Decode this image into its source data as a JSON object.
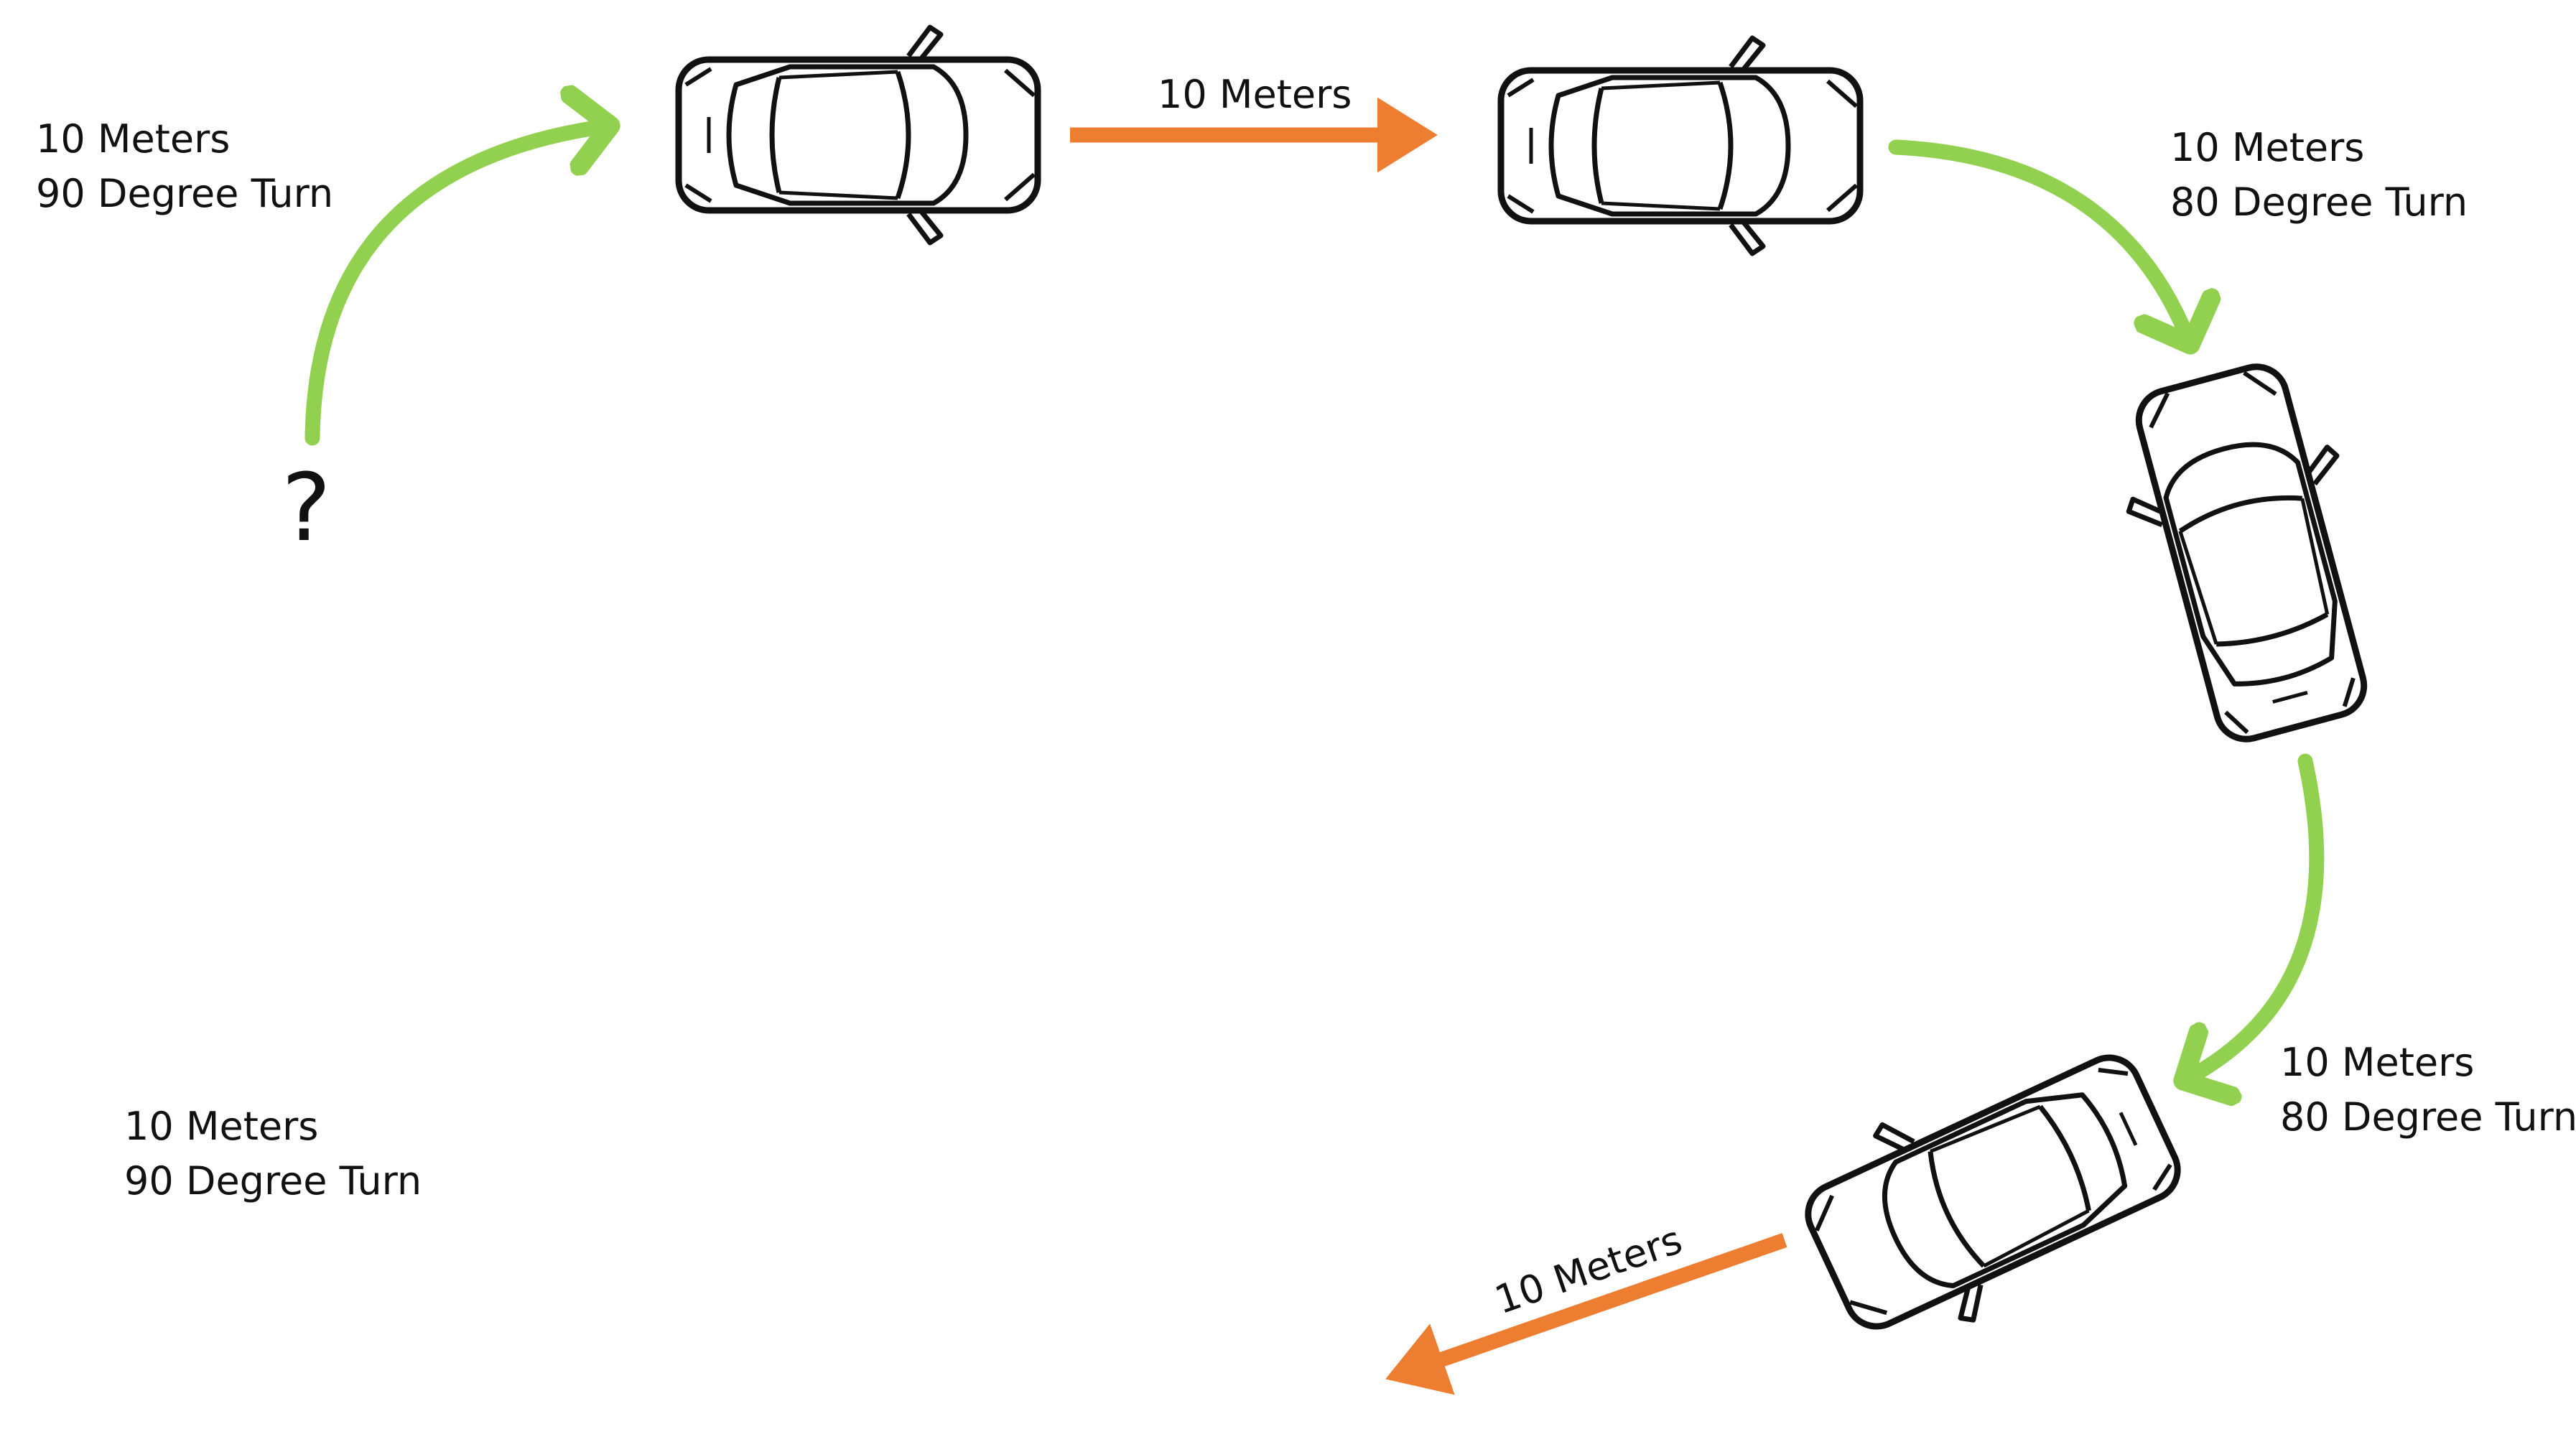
{
  "diagram": {
    "colors": {
      "turn_arrow": "#92D050",
      "straight_arrow": "#ED7D31",
      "car_outline": "#111111",
      "text": "#111111"
    },
    "labels": {
      "turn_1_line1": "10 Meters",
      "turn_1_line2": "90 Degree Turn",
      "straight_1": "10 Meters",
      "turn_2_line1": "10 Meters",
      "turn_2_line2": "80 Degree Turn",
      "turn_3_line1": "10 Meters",
      "turn_3_line2": "80 Degree Turn",
      "straight_2": "10 Meters",
      "turn_4_line1": "10 Meters",
      "turn_4_line2": "90 Degree Turn",
      "unknown": "?"
    },
    "icons": {
      "car": "car-top-view-icon"
    }
  }
}
